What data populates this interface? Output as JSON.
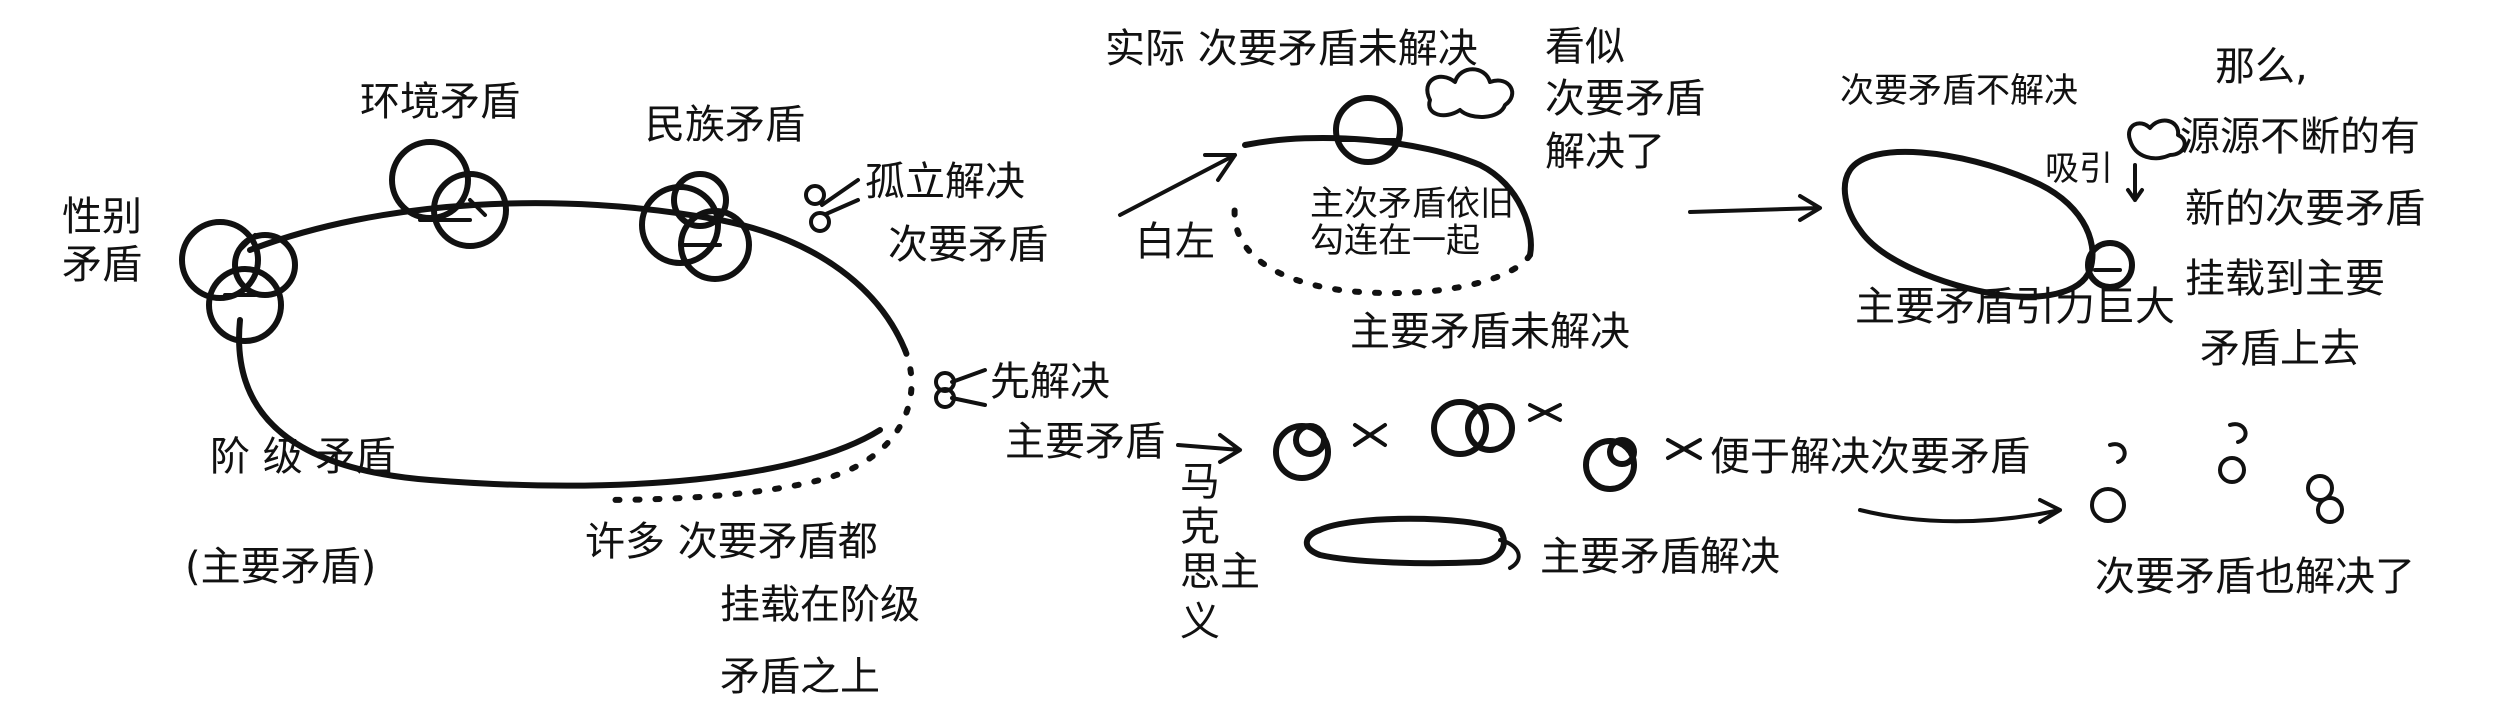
{
  "panel1": {
    "gender": [
      "性别",
      "矛盾"
    ],
    "environment": "环境矛盾",
    "ethnic": "民族矛盾",
    "isolate_l1": "孤立解决",
    "isolate_l2": "次要矛盾",
    "first_l1": "先解决",
    "first_l2": "主要矛盾",
    "class_main": "阶 级 矛盾",
    "class_sub": "(主要矛盾)",
    "many": [
      "许多 次要矛盾都",
      "挂载在阶级",
      "矛盾之上"
    ]
  },
  "panel2": {
    "title": "实际 次要矛盾未解决",
    "baizuo": "白左",
    "inner": [
      "主次矛盾依旧",
      "勾连在一起"
    ],
    "main_unsolved": "主要矛盾未解决",
    "seemingly": [
      "看似",
      "次要矛盾",
      "解决了"
    ]
  },
  "panel3": {
    "marx": [
      "马",
      "克",
      "思",
      "主",
      "义"
    ],
    "easy": "便于解决次要矛盾",
    "main_solved": "主要矛盾解决"
  },
  "panel4": {
    "title": "次要矛盾不解决",
    "gravity": "吸引",
    "attract": "主要矛盾引力巨大",
    "then": [
      "那么,",
      "源源不断的有",
      "新的次要矛盾",
      "挂载到主要",
      "矛盾上去"
    ],
    "also": "次要矛盾也解决了"
  }
}
